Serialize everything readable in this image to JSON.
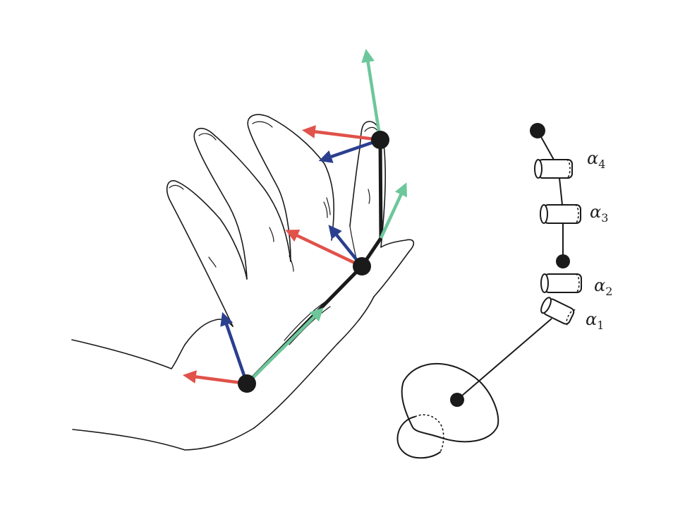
{
  "colors": {
    "axis_x": "#e0524a",
    "axis_y": "#2b3f8f",
    "axis_z": "#6cc79a",
    "link": "#1a1a1a",
    "joint": "#1a1a1a"
  },
  "kinematic_chain": {
    "joint_labels": [
      {
        "symbol": "α",
        "subscript": "4"
      },
      {
        "symbol": "α",
        "subscript": "3"
      },
      {
        "symbol": "α",
        "subscript": "2"
      },
      {
        "symbol": "α",
        "subscript": "1"
      }
    ]
  }
}
